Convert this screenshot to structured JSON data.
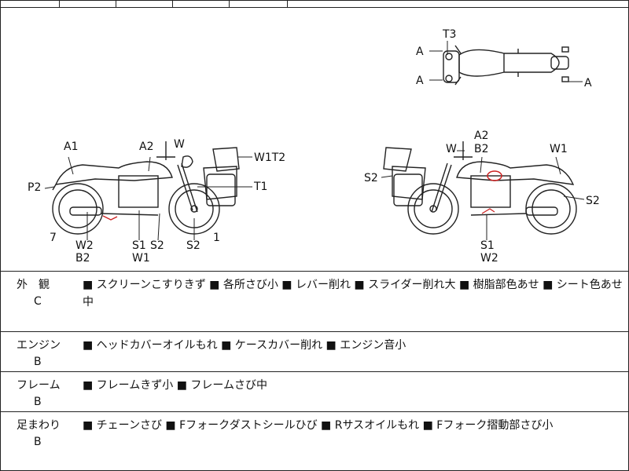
{
  "diagram": {
    "top_labels": [
      "T3",
      "A",
      "A",
      "A"
    ],
    "left_labels": [
      "A1",
      "A2",
      "W",
      "W1T2",
      "P2",
      "T1",
      "7",
      "W2",
      "B2",
      "S1",
      "W1",
      "S2",
      "S2",
      "1"
    ],
    "right_labels": [
      "A2",
      "W",
      "B2",
      "W1",
      "S2",
      "S2",
      "S1",
      "W2"
    ],
    "colors": {
      "line": "#222222",
      "damage_mark": "#cc2222"
    }
  },
  "sections": [
    {
      "category": "外　観",
      "grade": "C",
      "notes": "■ スクリーンこすりきず ■ 各所さび小 ■ レバー削れ ■ スライダー削れ大 ■ 樹脂部色あせ ■ シート色あせ中"
    },
    {
      "category": "エンジン",
      "grade": "B",
      "notes": "■ ヘッドカバーオイルもれ ■ ケースカバー削れ ■ エンジン音小"
    },
    {
      "category": "フレーム",
      "grade": "B",
      "notes": "■ フレームきず小 ■ フレームさび中"
    },
    {
      "category": "足まわり",
      "grade": "B",
      "notes": "■ チェーンさび ■ Fフォークダストシールひび ■ Rサスオイルもれ ■ Fフォーク摺動部さび小"
    }
  ]
}
